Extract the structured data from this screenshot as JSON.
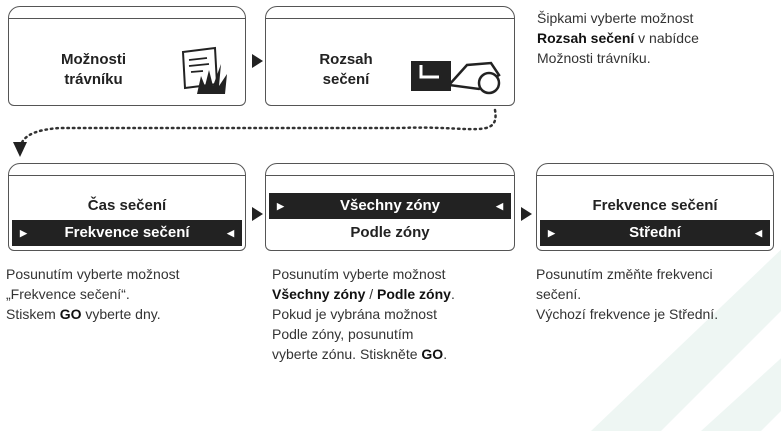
{
  "step1": {
    "title_line1": "Možnosti",
    "title_line2": "trávníku"
  },
  "step2": {
    "title_line1": "Rozsah",
    "title_line2": "sečení"
  },
  "top_note": {
    "line1": "Šipkami vyberte možnost",
    "line2_bold": "Rozsah sečení",
    "line2_rest": " v nabídce",
    "line3": "Možnosti trávníku."
  },
  "screen1": {
    "row1": "Čas sečení",
    "row2": "Frekvence sečení"
  },
  "screen2": {
    "row1": "Všechny zóny",
    "row2": "Podle zóny"
  },
  "screen3": {
    "row1": "Frekvence sečení",
    "row2": "Střední"
  },
  "desc1": {
    "line1": "Posunutím vyberte možnost",
    "line2": "„Frekvence sečení“.",
    "line3_pre": "Stiskem ",
    "line3_bold": "GO",
    "line3_post": " vyberte dny."
  },
  "desc2": {
    "line1": "Posunutím vyberte možnost",
    "line2_b1": "Všechny zóny",
    "line2_sep": " / ",
    "line2_b2": "Podle zóny",
    "line2_end": ".",
    "line3": "Pokud je vybrána možnost",
    "line4": "Podle zóny, posunutím",
    "line5_pre": "vyberte zónu. Stiskněte ",
    "line5_bold": "GO",
    "line5_end": "."
  },
  "desc3": {
    "line1": "Posunutím změňte frekvenci",
    "line2": "sečení.",
    "line3": "Výchozí frekvence je Střední."
  },
  "colors": {
    "border": "#555555",
    "dark_row": "#222222",
    "watermark": "#e8f3ef"
  }
}
